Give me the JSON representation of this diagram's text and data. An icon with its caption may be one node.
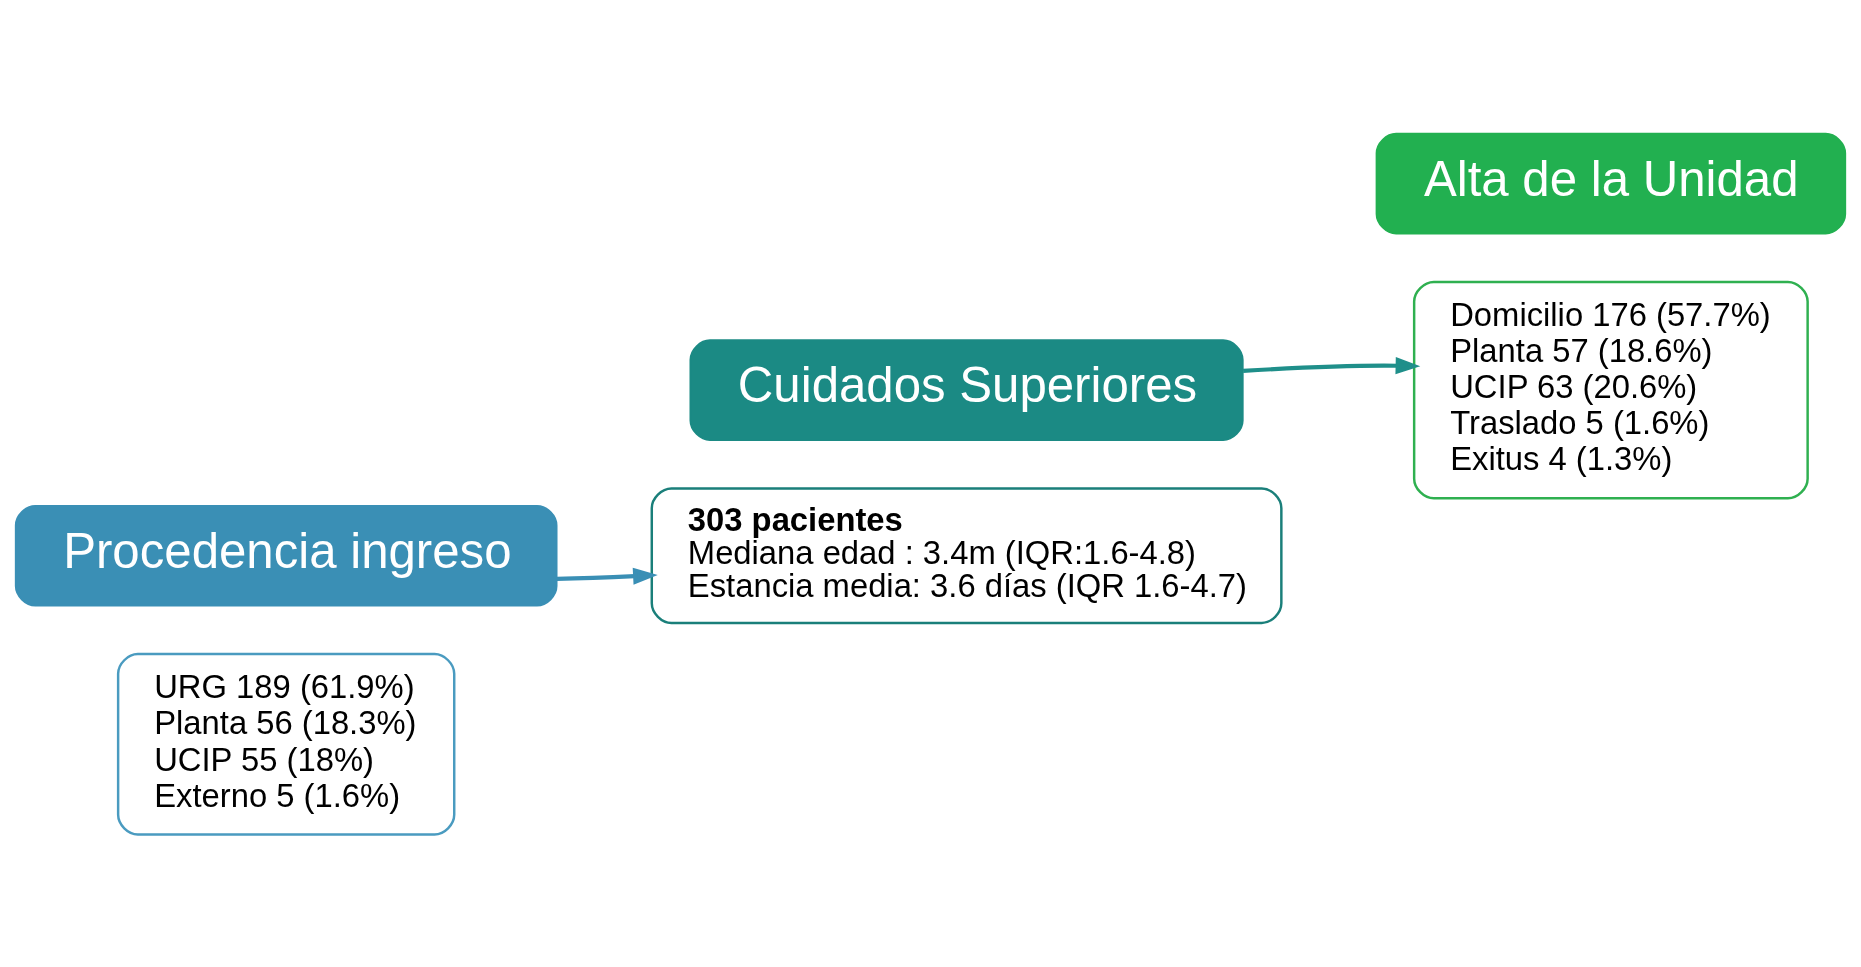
{
  "diagram": {
    "nodes": [
      {
        "text": [
          "URG 189 (61.9%)",
          "Planta 56 (18.3%)",
          "UCIP 55 (18%)",
          "Externo 5 (1.6%)"
        ]
      },
      {
        "text": [
          "Procedencia ingreso"
        ]
      },
      {
        "text": [
          "Cuidados Superiores"
        ]
      },
      {
        "text": [
          "303 pacientes",
          "Mediana edad : 3.4m (IQR:1.6-4.8)",
          "Estancia media: 3.6 días (IQR 1.6-4.7)"
        ]
      },
      {
        "text": [
          "Domicilio 176 (57.7%)",
          "Planta 57 (18.6%)",
          "UCIP 63 (20.6%)",
          "Traslado 5 (1.6%)",
          "Exitus 4 (1.3%)"
        ]
      },
      {
        "text": [
          "Alta de la Unidad"
        ]
      }
    ],
    "edges": [
      {
        "from": 1,
        "to": 3,
        "arrow": "to",
        "color": "#3a8fb5"
      },
      {
        "from": 2,
        "to": 4,
        "arrow": "to",
        "color": "#1f8f8a"
      }
    ]
  }
}
